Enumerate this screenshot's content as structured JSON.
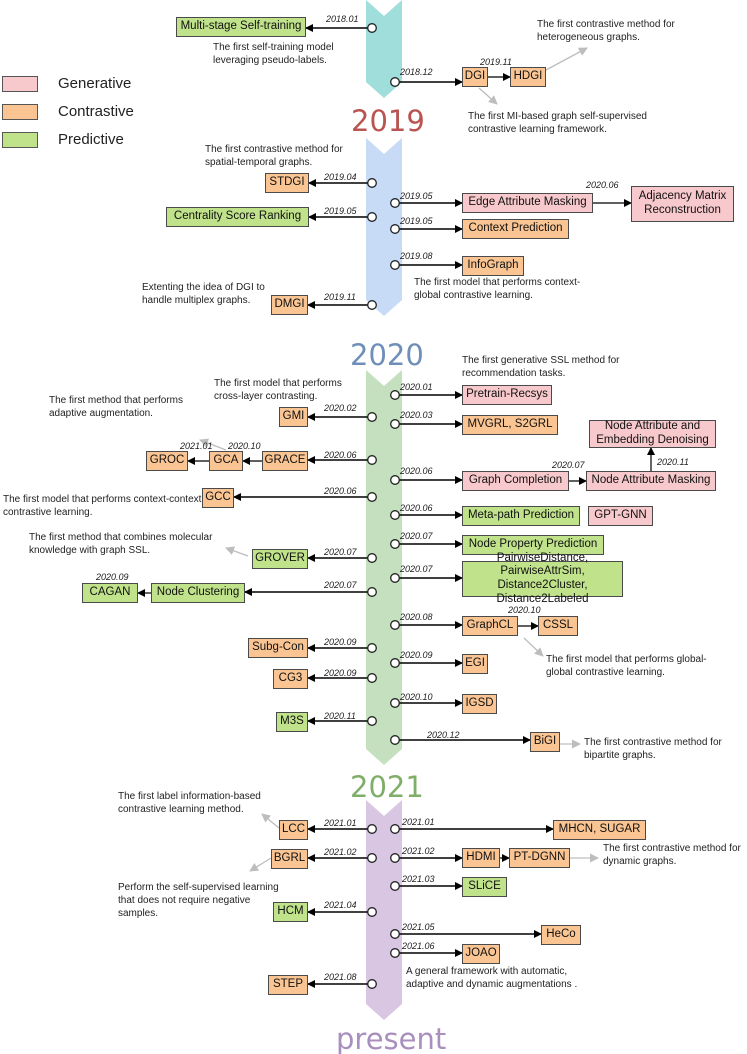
{
  "legend": [
    {
      "label": "Generative",
      "color": "#f8c9cc"
    },
    {
      "label": "Contrastive",
      "color": "#fac592"
    },
    {
      "label": "Predictive",
      "color": "#bfe28a"
    }
  ],
  "years": [
    {
      "label": "2019",
      "color": "#b95450"
    },
    {
      "label": "2020",
      "color": "#6f8fb9"
    },
    {
      "label": "2021",
      "color": "#7fae68"
    },
    {
      "label": "present",
      "color": "#a98fbd"
    }
  ],
  "segment_colors": [
    "#9fdedb",
    "#c7dbf6",
    "#c5e0bf",
    "#d8c6e3"
  ],
  "nodes": [
    {
      "id": "mss",
      "label": "Multi-stage Self-training",
      "type": "predictive"
    },
    {
      "id": "dgi",
      "label": "DGI",
      "type": "contrastive"
    },
    {
      "id": "hdgi",
      "label": "HDGI",
      "type": "contrastive"
    },
    {
      "id": "stdgi",
      "label": "STDGI",
      "type": "contrastive"
    },
    {
      "id": "csr",
      "label": "Centrality Score Ranking",
      "type": "predictive"
    },
    {
      "id": "eam",
      "label": "Edge Attribute Masking",
      "type": "generative"
    },
    {
      "id": "amr",
      "label": "Adjacency Matrix Reconstruction",
      "type": "generative"
    },
    {
      "id": "cp",
      "label": "Context Prediction",
      "type": "contrastive"
    },
    {
      "id": "infograph",
      "label": "InfoGraph",
      "type": "contrastive"
    },
    {
      "id": "dmgi",
      "label": "DMGI",
      "type": "contrastive"
    },
    {
      "id": "pretrain",
      "label": "Pretrain-Recsys",
      "type": "generative"
    },
    {
      "id": "gmi",
      "label": "GMI",
      "type": "contrastive"
    },
    {
      "id": "mvgrl",
      "label": "MVGRL, S2GRL",
      "type": "contrastive"
    },
    {
      "id": "naed",
      "label": "Node Attribute and Embedding Denoising",
      "type": "generative"
    },
    {
      "id": "groc",
      "label": "GROC",
      "type": "contrastive"
    },
    {
      "id": "gca",
      "label": "GCA",
      "type": "contrastive"
    },
    {
      "id": "grace",
      "label": "GRACE",
      "type": "contrastive"
    },
    {
      "id": "gcomp",
      "label": "Graph Completion",
      "type": "generative"
    },
    {
      "id": "nam",
      "label": "Node Attribute Masking",
      "type": "generative"
    },
    {
      "id": "gcc",
      "label": "GCC",
      "type": "contrastive"
    },
    {
      "id": "metapath",
      "label": "Meta-path Prediction",
      "type": "predictive"
    },
    {
      "id": "gptgnn",
      "label": "GPT-GNN",
      "type": "generative"
    },
    {
      "id": "grover",
      "label": "GROVER",
      "type": "predictive"
    },
    {
      "id": "npp",
      "label": "Node Property Prediction",
      "type": "predictive"
    },
    {
      "id": "pwd",
      "label": "PairwiseDistance, PairwiseAttrSim, Distance2Cluster, Distance2Labeled",
      "type": "predictive"
    },
    {
      "id": "cagan",
      "label": "CAGAN",
      "type": "predictive"
    },
    {
      "id": "nclust",
      "label": "Node Clustering",
      "type": "predictive"
    },
    {
      "id": "graphcl",
      "label": "GraphCL",
      "type": "contrastive"
    },
    {
      "id": "cssl",
      "label": "CSSL",
      "type": "contrastive"
    },
    {
      "id": "subgcon",
      "label": "Subg-Con",
      "type": "contrastive"
    },
    {
      "id": "egi",
      "label": "EGI",
      "type": "contrastive"
    },
    {
      "id": "cg3",
      "label": "CG3",
      "type": "contrastive"
    },
    {
      "id": "igsd",
      "label": "IGSD",
      "type": "contrastive"
    },
    {
      "id": "m3s",
      "label": "M3S",
      "type": "predictive"
    },
    {
      "id": "bigi",
      "label": "BiGI",
      "type": "contrastive"
    },
    {
      "id": "lcc",
      "label": "LCC",
      "type": "contrastive"
    },
    {
      "id": "mhcn",
      "label": "MHCN, SUGAR",
      "type": "contrastive"
    },
    {
      "id": "bgrl",
      "label": "BGRL",
      "type": "contrastive"
    },
    {
      "id": "hdmi",
      "label": "HDMI",
      "type": "contrastive"
    },
    {
      "id": "ptdgnn",
      "label": "PT-DGNN",
      "type": "contrastive"
    },
    {
      "id": "slice",
      "label": "SLiCE",
      "type": "predictive"
    },
    {
      "id": "hcm",
      "label": "HCM",
      "type": "predictive"
    },
    {
      "id": "heco",
      "label": "HeCo",
      "type": "contrastive"
    },
    {
      "id": "joao",
      "label": "JOAO",
      "type": "contrastive"
    },
    {
      "id": "step",
      "label": "STEP",
      "type": "contrastive"
    }
  ],
  "dates": [
    "2018.01",
    "2018.12",
    "2019.11",
    "2019.04",
    "2019.05",
    "2019.05",
    "2020.06",
    "2019.05",
    "2019.08",
    "2019.11",
    "2020.01",
    "2020.02",
    "2020.03",
    "2021.01",
    "2020.10",
    "2020.06",
    "2020.06",
    "2020.07",
    "2020.11",
    "2020.06",
    "2020.06",
    "2020.07",
    "2020.07",
    "2020.07",
    "2020.09",
    "2020.07",
    "2020.08",
    "2020.10",
    "2020.09",
    "2020.09",
    "2020.09",
    "2020.10",
    "2020.11",
    "2020.12",
    "2021.01",
    "2021.01",
    "2021.02",
    "2021.02",
    "2021.03",
    "2021.04",
    "2021.05",
    "2021.06",
    "2021.08"
  ],
  "notes": [
    "The first self-training model leveraging pseudo-labels.",
    "The first contrastive method for heterogeneous graphs.",
    "The  first  MI-based  graph self-supervised contrastive learning framework.",
    "The first contrastive method for spatial-temporal graphs.",
    "The first model that performs context-global contrastive learning.",
    "Extenting the idea of DGI to handle multiplex graphs.",
    "The first generative SSL method for recommendation tasks.",
    "The first model that performs cross-layer contrasting.",
    "The first method that performs adaptive augmentation.",
    "The first model that performs context-context contrastive learning.",
    "The first  method that combines molecular knowledge with graph SSL.",
    "The first model that performs global-global contrastive learning.",
    "The first contrastive method for bipartite graphs.",
    "The first label information-based contrastive learning method.",
    "The first contrastive method for dynamic graphs.",
    "Perform the self-supervised learning that does not require negative samples.",
    "A  general  framework  with  automatic, adaptive and dynamic augmentations ."
  ]
}
